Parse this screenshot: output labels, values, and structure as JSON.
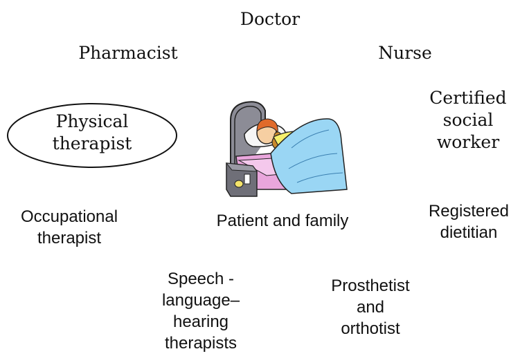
{
  "center": {
    "label": "Patient and family",
    "illustration": "patient-in-bed-clipart"
  },
  "roles": {
    "doctor": "Doctor",
    "pharmacist": "Pharmacist",
    "nurse": "Nurse",
    "physical_therapist": "Physical\ntherapist",
    "certified_social_worker": "Certified\nsocial\nworker",
    "occupational_therapist": "Occupational\ntherapist",
    "registered_dietitian": "Registered\ndietitian",
    "speech_therapists": "Speech -\nlanguage–\nhearing\ntherapists",
    "prosthetist_orthotist": "Prosthetist\nand\northotist"
  },
  "highlighted_role": "physical_therapist"
}
